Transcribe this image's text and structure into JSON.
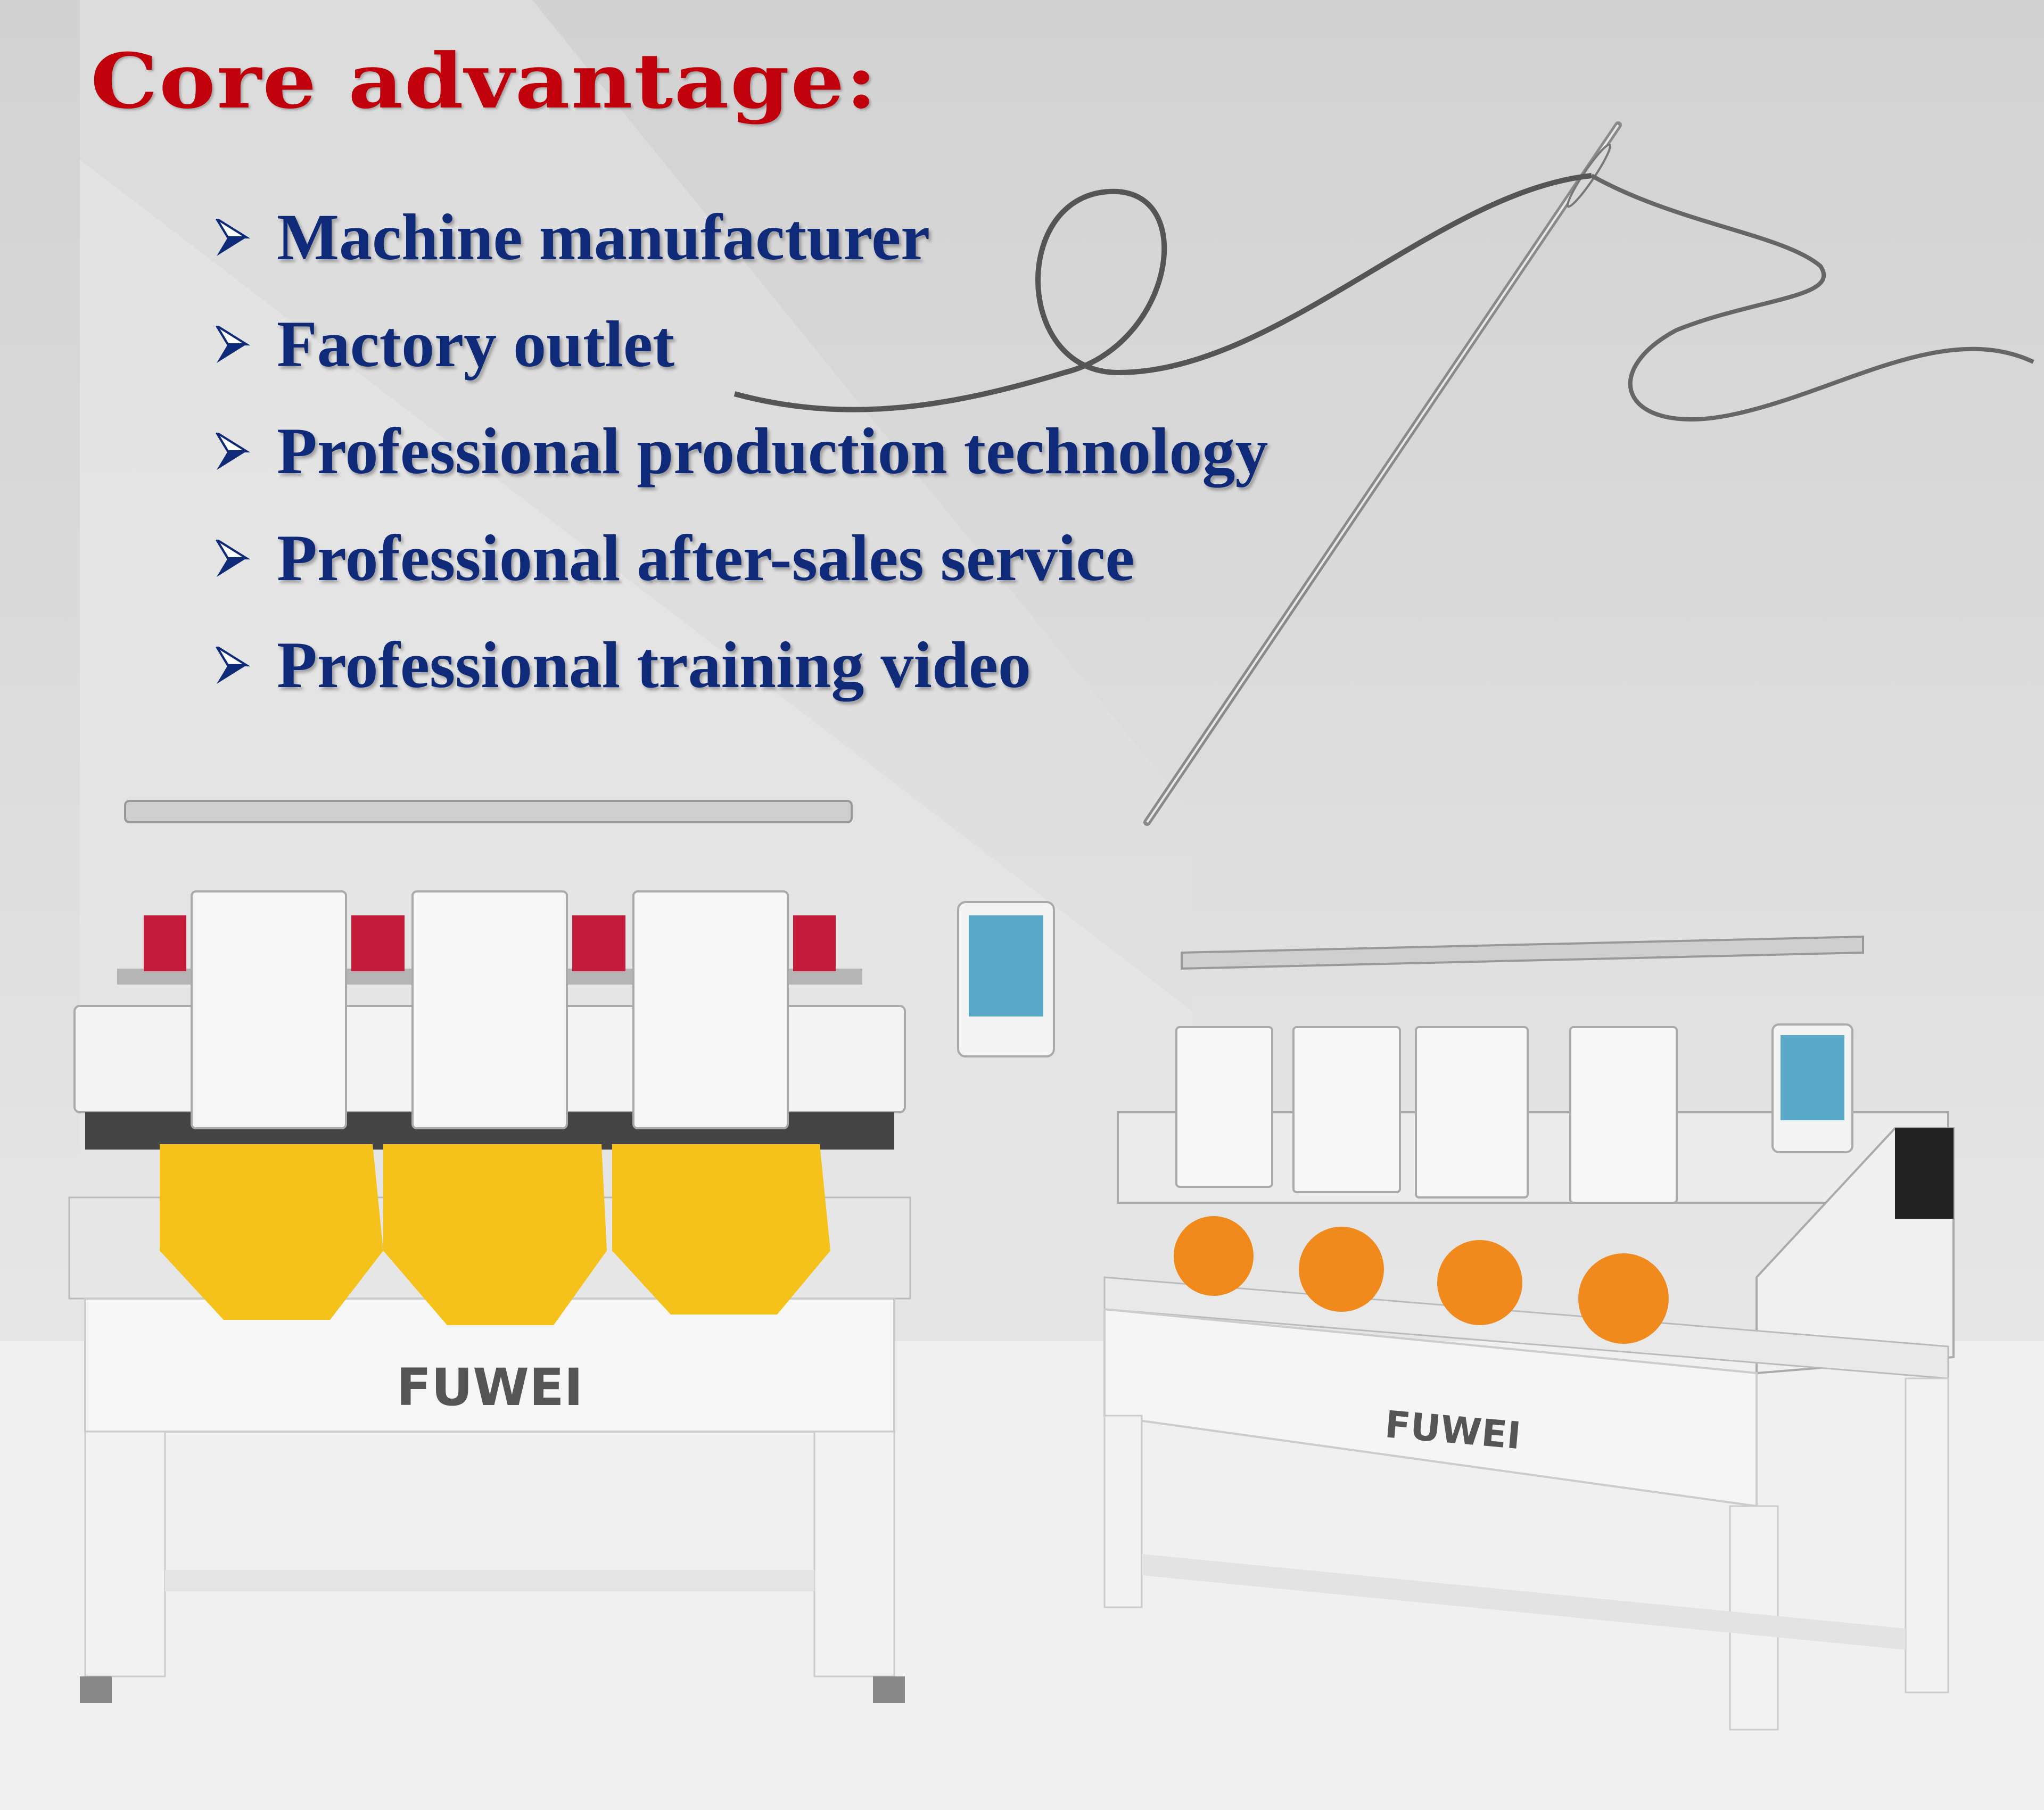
{
  "title": "Core advantage:",
  "advantages": [
    {
      "label": "Machine manufacturer"
    },
    {
      "label": "Factory outlet"
    },
    {
      "label": "Professional production technology"
    },
    {
      "label": "Professional after-sales service"
    },
    {
      "label": "Professional training video"
    }
  ],
  "brand": "FUWEI",
  "head_brand": "FUWEI",
  "colors": {
    "title": "#c0000a",
    "bullet_text": "#0e2a78",
    "shirts": "#f5c21b",
    "caps": "#f08a1c"
  },
  "icons": {
    "bullet": "arrow-bullet-icon",
    "needle": "needle-thread-icon"
  }
}
